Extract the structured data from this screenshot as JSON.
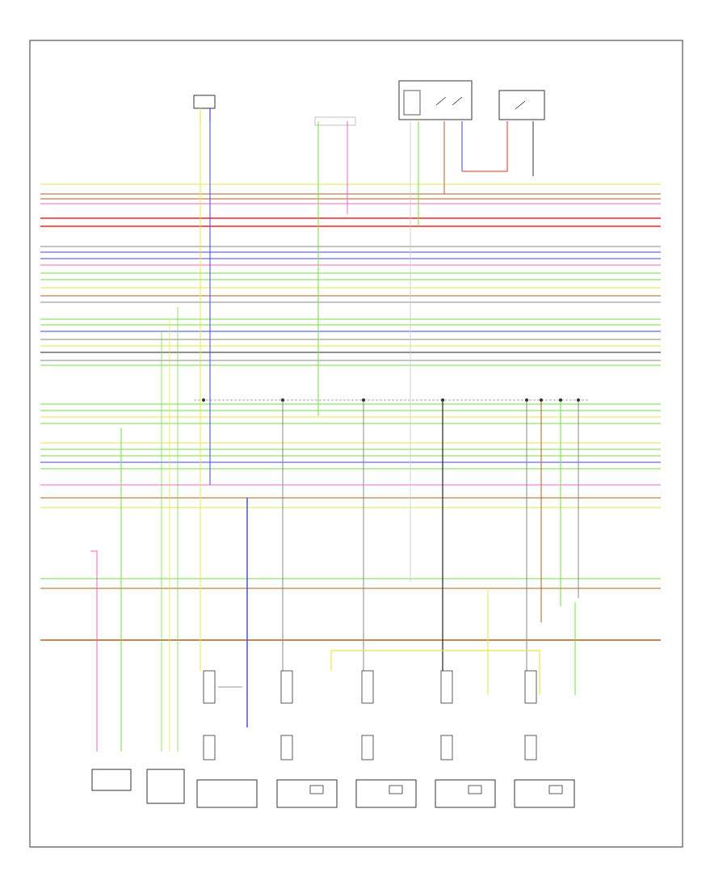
{
  "diagram": {
    "footer_code": "",
    "colors": {
      "frame": "#333333",
      "yellow": "#e8e840",
      "blue": "#4040ff",
      "red": "#ff2020",
      "pink": "#ff60c0",
      "green": "#70e040",
      "gray": "#888888",
      "brown": "#b06020",
      "black": "#222222",
      "white": "#cccccc"
    },
    "top_components": [
      {
        "id": "top-connector-a",
        "label": ""
      },
      {
        "id": "top-connector-b",
        "label": ""
      },
      {
        "id": "top-switch-box",
        "label": ""
      },
      {
        "id": "top-relay",
        "label": ""
      }
    ],
    "bottom_components": [
      {
        "id": "bottom-module-1",
        "label": ""
      },
      {
        "id": "bottom-module-2",
        "label": ""
      },
      {
        "id": "bottom-sensor-1",
        "label": ""
      },
      {
        "id": "bottom-sensor-2",
        "label": ""
      },
      {
        "id": "bottom-sensor-3",
        "label": ""
      },
      {
        "id": "bottom-sensor-4",
        "label": ""
      },
      {
        "id": "bottom-sensor-5",
        "label": ""
      }
    ],
    "wires": [
      {
        "color": "yellow"
      },
      {
        "color": "brown"
      },
      {
        "color": "brown"
      },
      {
        "color": "pink"
      },
      {
        "color": "red"
      },
      {
        "color": "red"
      },
      {
        "color": "gray"
      },
      {
        "color": "blue"
      },
      {
        "color": "blue"
      },
      {
        "color": "pink"
      },
      {
        "color": "green"
      },
      {
        "color": "green"
      },
      {
        "color": "yellow"
      },
      {
        "color": "brown"
      },
      {
        "color": "gray"
      },
      {
        "color": "green"
      },
      {
        "color": "green"
      },
      {
        "color": "blue"
      },
      {
        "color": "gray"
      },
      {
        "color": "yellow"
      },
      {
        "color": "black"
      },
      {
        "color": "gray"
      },
      {
        "color": "green"
      },
      {
        "color": "green"
      },
      {
        "color": "green"
      },
      {
        "color": "yellow"
      },
      {
        "color": "green"
      },
      {
        "color": "yellow"
      },
      {
        "color": "green"
      },
      {
        "color": "green"
      },
      {
        "color": "blue"
      },
      {
        "color": "green"
      },
      {
        "color": "pink"
      },
      {
        "color": "brown"
      },
      {
        "color": "yellow"
      },
      {
        "color": "green"
      },
      {
        "color": "brown"
      }
    ]
  }
}
